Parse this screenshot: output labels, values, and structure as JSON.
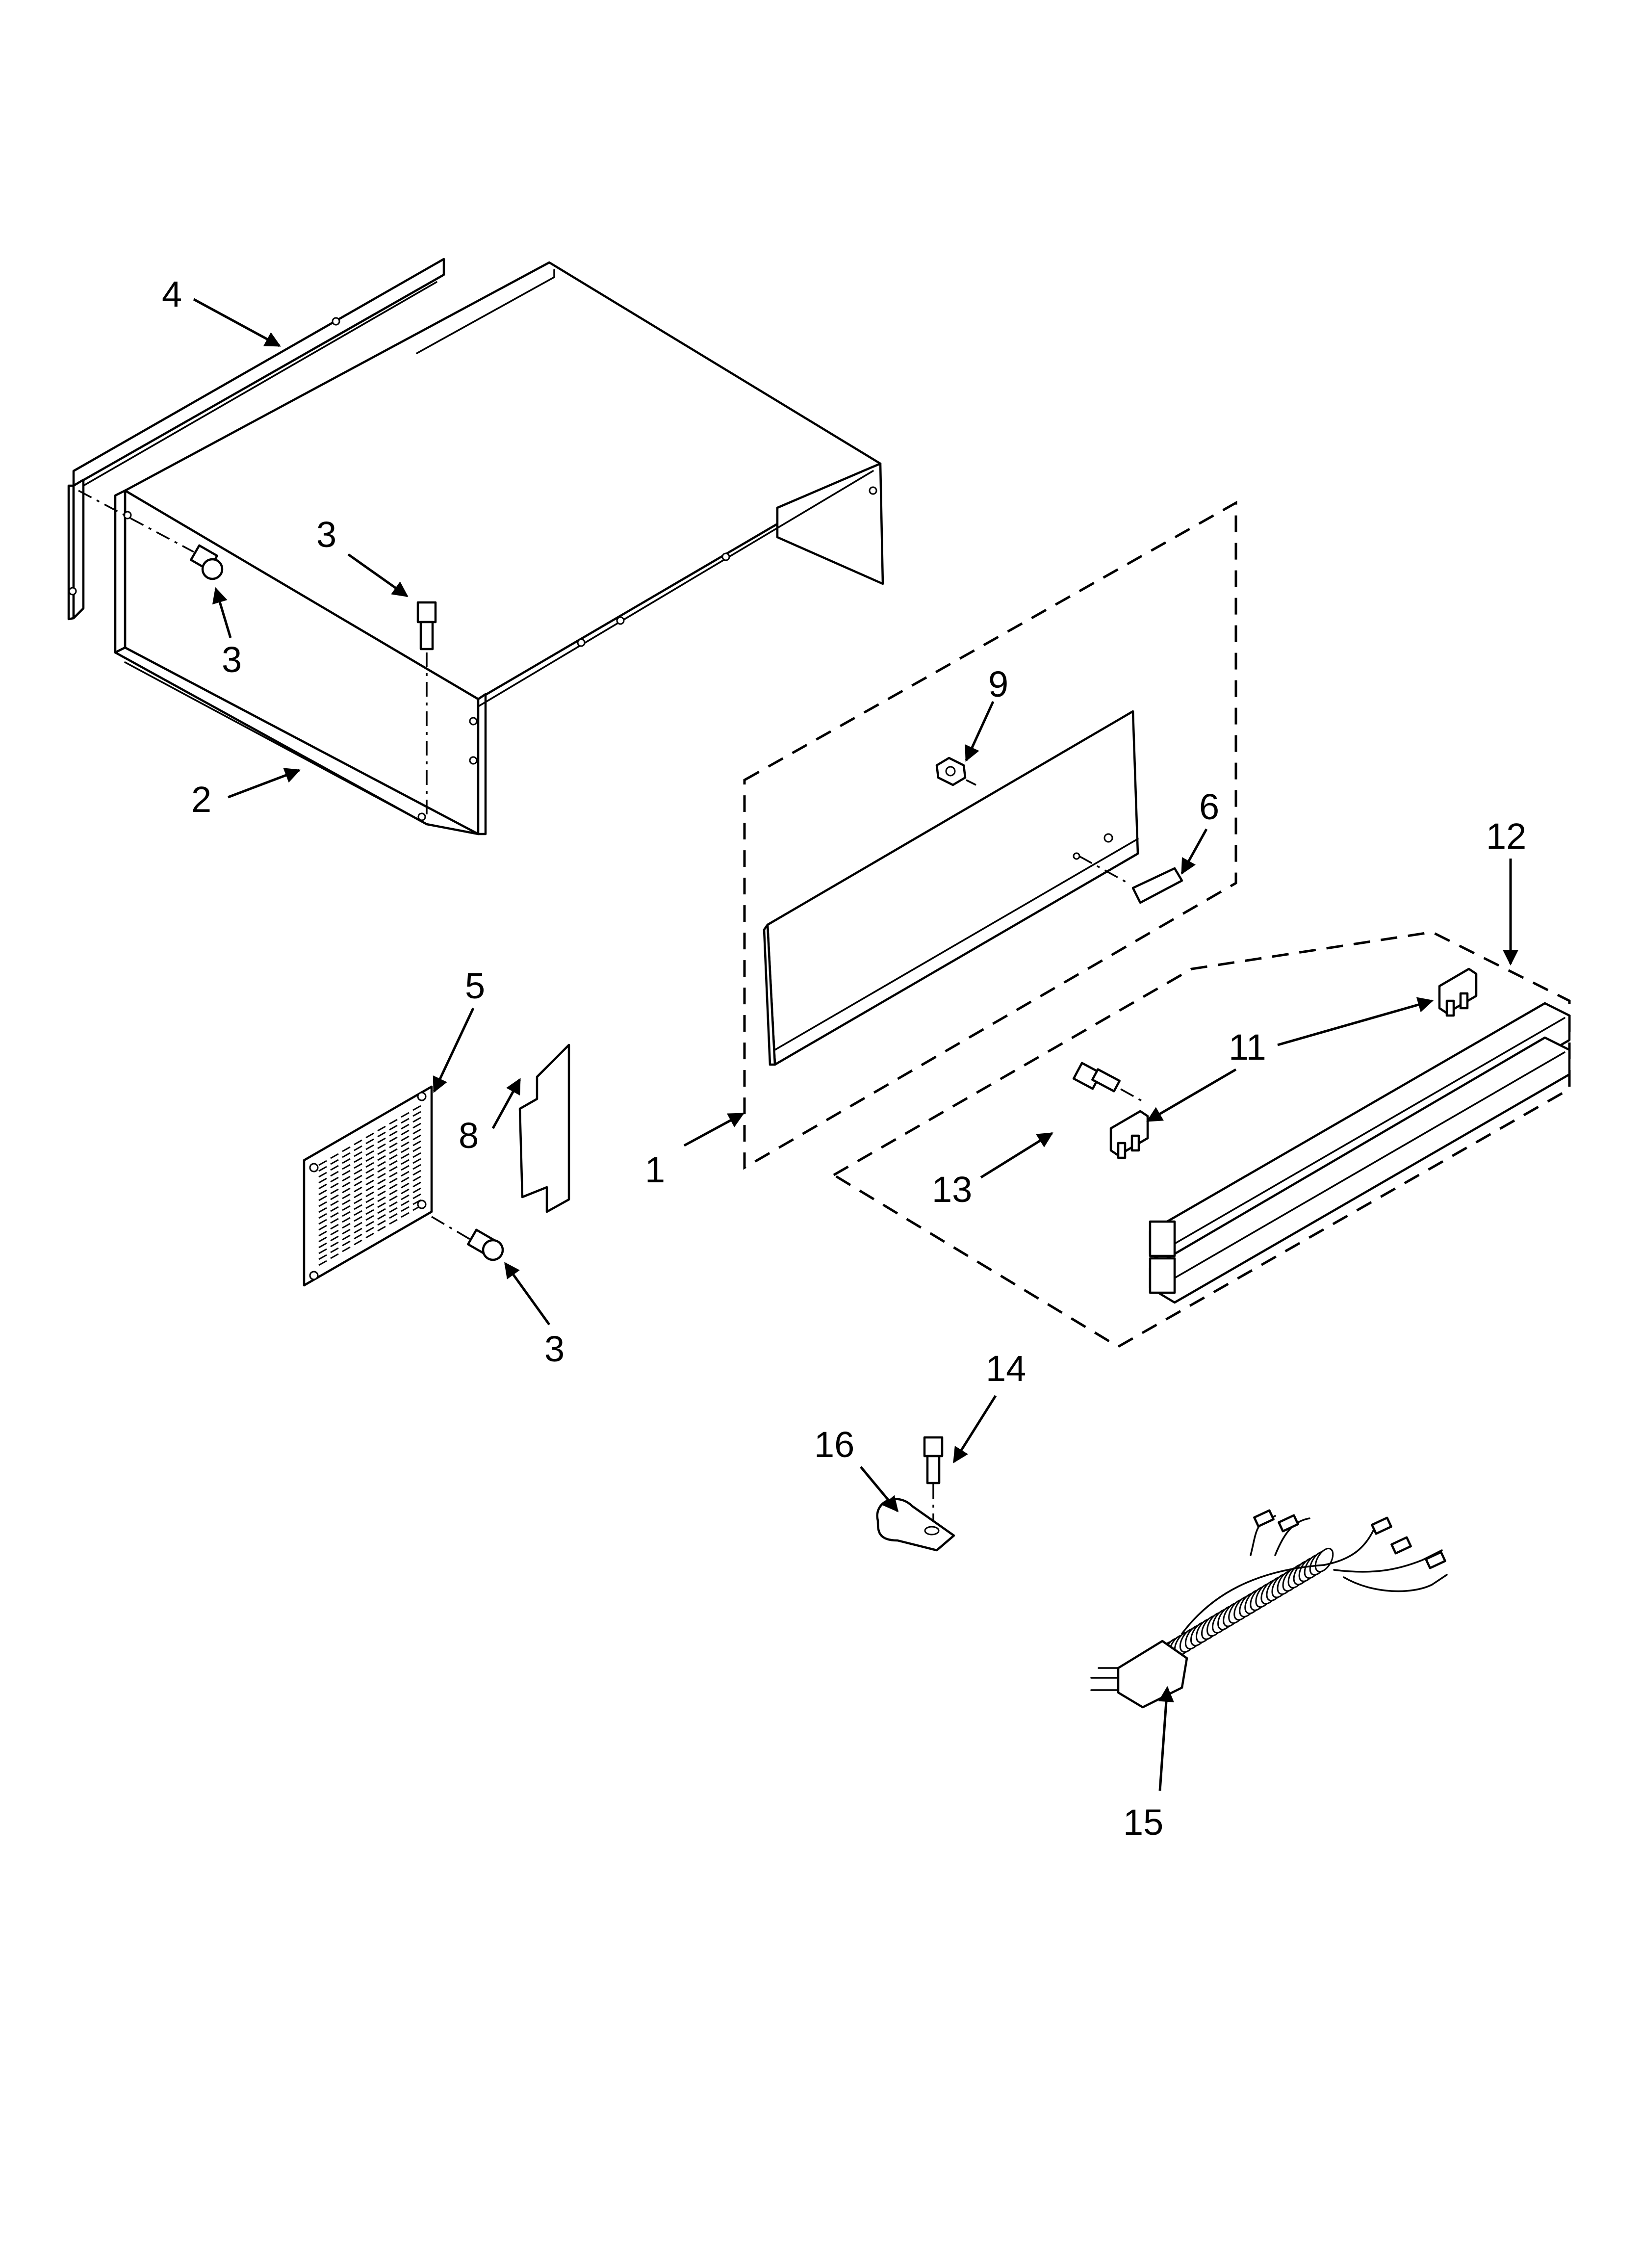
{
  "diagram": {
    "callouts": [
      {
        "id": "c4",
        "label": "4"
      },
      {
        "id": "c3a",
        "label": "3"
      },
      {
        "id": "c3b",
        "label": "3"
      },
      {
        "id": "c2",
        "label": "2"
      },
      {
        "id": "c5",
        "label": "5"
      },
      {
        "id": "c8",
        "label": "8"
      },
      {
        "id": "c3c",
        "label": "3"
      },
      {
        "id": "c9",
        "label": "9"
      },
      {
        "id": "c6",
        "label": "6"
      },
      {
        "id": "c12",
        "label": "12"
      },
      {
        "id": "c1",
        "label": "1"
      },
      {
        "id": "c11",
        "label": "11"
      },
      {
        "id": "c13",
        "label": "13"
      },
      {
        "id": "c14",
        "label": "14"
      },
      {
        "id": "c16",
        "label": "16"
      },
      {
        "id": "c15",
        "label": "15"
      }
    ],
    "colors": {
      "line": "#000000",
      "background": "#ffffff"
    }
  }
}
